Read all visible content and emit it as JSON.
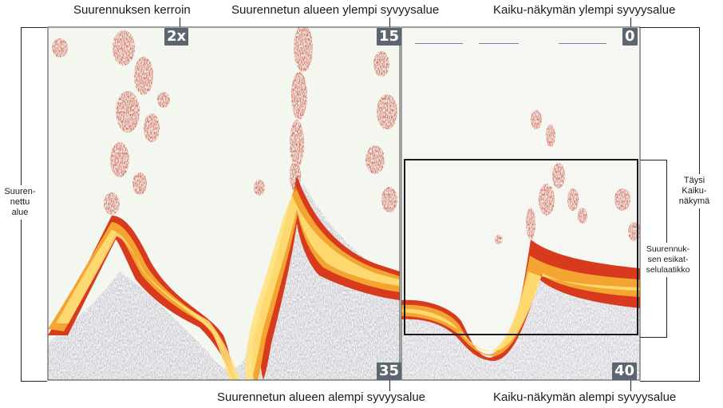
{
  "annotations": {
    "zoom_factor": "Suurennuksen kerroin",
    "zoomed_upper_range": "Suurennetun alueen ylempi syvyysalue",
    "sonar_upper_range": "Kaiku-näkymän ylempi syvyysalue",
    "zoomed_lower_range": "Suurennetun alueen alempi syvyysalue",
    "sonar_lower_range": "Kaiku-näkymän alempi syvyysalue",
    "zoomed_area": "Suuren-\nnettu\nalue",
    "full_sonar_view": "Täysi\nKaiku-\nnäkymä",
    "zoom_preview_box": "Suurennuk-\nsen esikat-\nselulaatikko"
  },
  "zoom_panel": {
    "zoom_level": "2x",
    "upper_depth": "15",
    "lower_depth": "35"
  },
  "sonar_panel": {
    "upper_depth": "0",
    "lower_depth": "40"
  },
  "colors": {
    "background": "#f4f6f0",
    "bottom_core": "#ffe27a",
    "bottom_mid": "#f4a531",
    "bottom_edge": "#d83a1e",
    "fish_arch": "#c2311d",
    "noise": "#3a2a7a",
    "badge": "#5b6670"
  }
}
